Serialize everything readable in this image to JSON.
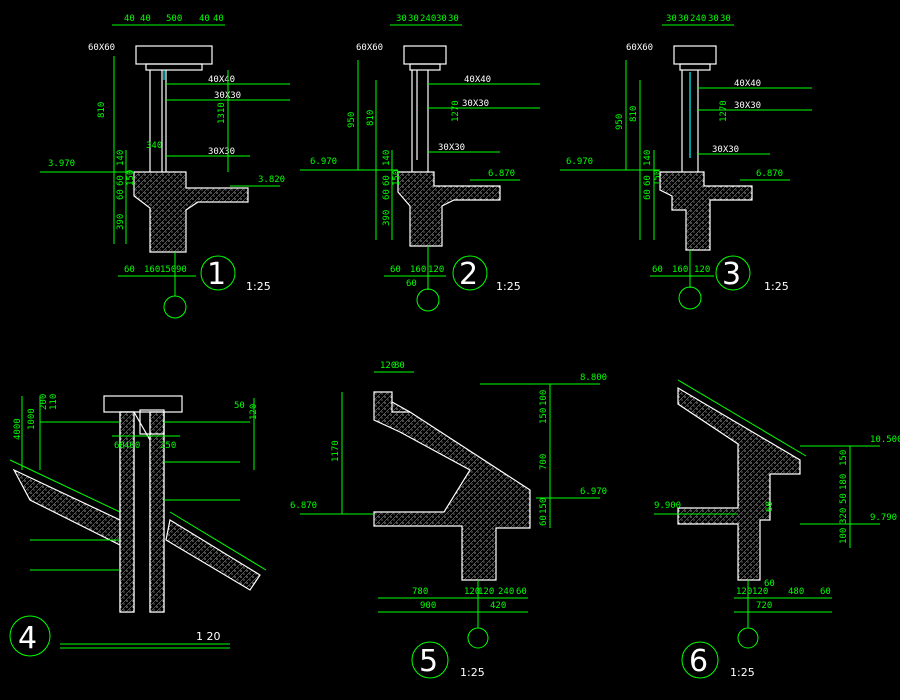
{
  "colors": {
    "background": "#000000",
    "dimension": "#00ff00",
    "outline": "#ffffff",
    "accent": "#00ffff"
  },
  "details": [
    {
      "number": "1",
      "scale": "1:25",
      "top_dims": [
        "40",
        "40",
        "500",
        "40",
        "40"
      ],
      "size_note": "60X60",
      "labels": [
        "40X40",
        "30X30",
        "30X30"
      ],
      "elev_left": "3.970",
      "elev_right": "3.820",
      "vert_dims": [
        "810",
        "1310",
        "140",
        "60",
        "150",
        "60",
        "390"
      ],
      "bottom_dims": [
        "60",
        "160",
        "150",
        "90"
      ],
      "inner_dim": "340"
    },
    {
      "number": "2",
      "scale": "1:25",
      "top_dims": [
        "30",
        "30",
        "240",
        "30",
        "30"
      ],
      "size_note": "60X60",
      "labels": [
        "40X40",
        "30X30",
        "30X30"
      ],
      "elev_left": "6.970",
      "elev_right": "6.870",
      "vert_dims": [
        "950",
        "810",
        "1270",
        "140",
        "60",
        "150",
        "60",
        "390"
      ],
      "bottom_dims": [
        "60",
        "160",
        "120"
      ],
      "bottom_sub": "60"
    },
    {
      "number": "3",
      "scale": "1:25",
      "top_dims": [
        "30",
        "30",
        "240",
        "30",
        "30"
      ],
      "size_note": "60X60",
      "labels": [
        "40X40",
        "30X30",
        "30X30"
      ],
      "elev_left": "6.970",
      "elev_right": "6.870",
      "vert_dims": [
        "950",
        "810",
        "1270",
        "140",
        "60",
        "150",
        "60"
      ],
      "bottom_dims": [
        "60",
        "160",
        "120"
      ]
    },
    {
      "number": "4",
      "scale": "1  20",
      "vert_dims": [
        "4000",
        "1000",
        "200",
        "110"
      ],
      "mid_dims": [
        "60",
        "400",
        "250"
      ],
      "right_dims": [
        "50",
        "120"
      ]
    },
    {
      "number": "5",
      "scale": "1:25",
      "top_dims": [
        "120",
        "80"
      ],
      "elev_top": "8.800",
      "elev_right": "6.970",
      "elev_left": "6.870",
      "vert_dims": [
        "1170",
        "100",
        "150",
        "700",
        "60",
        "150"
      ],
      "bottom_row1": [
        "780",
        "120",
        "120",
        "240",
        "60"
      ],
      "bottom_row2": [
        "900",
        "420"
      ]
    },
    {
      "number": "6",
      "scale": "1:25",
      "elev_top": "10.500",
      "elev_left": "9.900",
      "elev_right": "9.790",
      "vert_dims": [
        "150",
        "180",
        "50",
        "320",
        "100",
        "60"
      ],
      "bottom_row1": [
        "120",
        "120",
        "60",
        "480",
        "60"
      ],
      "bottom_row2": [
        "720"
      ]
    }
  ]
}
